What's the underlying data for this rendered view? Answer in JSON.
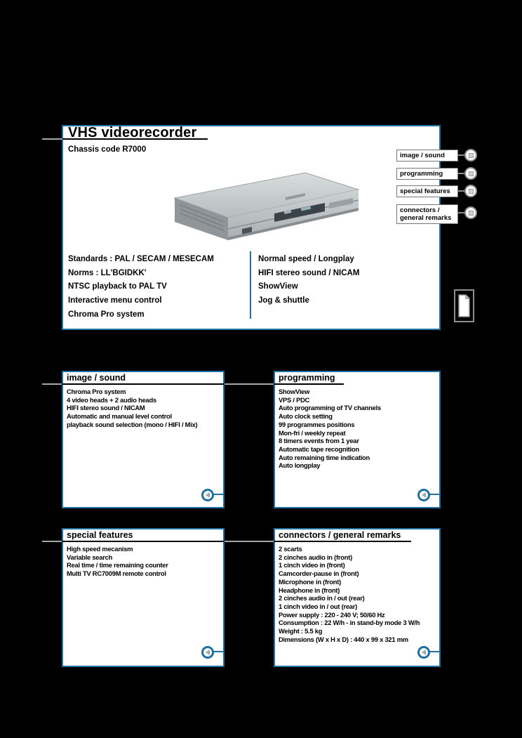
{
  "header": {
    "title": "VHS videorecorder",
    "subtitle": "Chassis code R7000"
  },
  "nav": {
    "tabs": [
      {
        "label": "image / sound"
      },
      {
        "label": "programming"
      },
      {
        "label": "special features"
      },
      {
        "label": "connectors / general remarks"
      }
    ]
  },
  "overview": {
    "left_features": [
      "Standards : PAL / SECAM / MESECAM",
      "Norms : LL'BGIDKK'",
      "NTSC playback to PAL TV",
      "Interactive menu control",
      "Chroma Pro system"
    ],
    "right_features": [
      "Normal speed / Longplay",
      "HIFI stereo sound / NICAM",
      "ShowView",
      "Jog & shuttle"
    ]
  },
  "sections": [
    {
      "title": "image / sound",
      "items": [
        "Chroma Pro system",
        "4 video heads + 2 audio heads",
        "HIFI stereo sound / NICAM",
        "Automatic and manual level control",
        "playback sound selection (mono / HIFI / Mix)"
      ]
    },
    {
      "title": "programming",
      "items": [
        "ShowView",
        "VPS / PDC",
        "Auto programming of TV channels",
        "Auto clock setting",
        "99 programmes positions",
        "Mon-fri / weekly repeat",
        "8 timers events from 1 year",
        "Automatic tape recognition",
        "Auto remaining time indication",
        "Auto longplay"
      ]
    },
    {
      "title": "special features",
      "items": [
        "High speed mecanism",
        "Variable search",
        "Real time / time remaining counter",
        "Multi TV RC7009M remote control"
      ]
    },
    {
      "title": "connectors / general remarks",
      "items": [
        "2 scarts",
        "2 cinches audio in (front)",
        "1 cinch video in (front)",
        "Camcorder-pause in (front)",
        "Microphone in (front)",
        "Headphone in (front)",
        "2 cinches audio in / out (rear)",
        "1 cinch video in / out (rear)",
        "Power supply : 220 - 240 V; 50/60 Hz",
        "Consumption : 22 W/h - in stand-by mode 3 W/h",
        "Weight : 5.5 kg",
        "Dimensions (W x H x D) : 440 x 99 x 321 mm"
      ]
    }
  ],
  "icons": {
    "tab_button": "page-button-icon",
    "back_button": "back-arrow-icon",
    "corner_page": "document-page-icon",
    "photo": "vhs-videorecorder-photo"
  },
  "colors": {
    "accent_blue": "#2070a0",
    "border_gray": "#8f8f8f",
    "background": "#000000"
  }
}
